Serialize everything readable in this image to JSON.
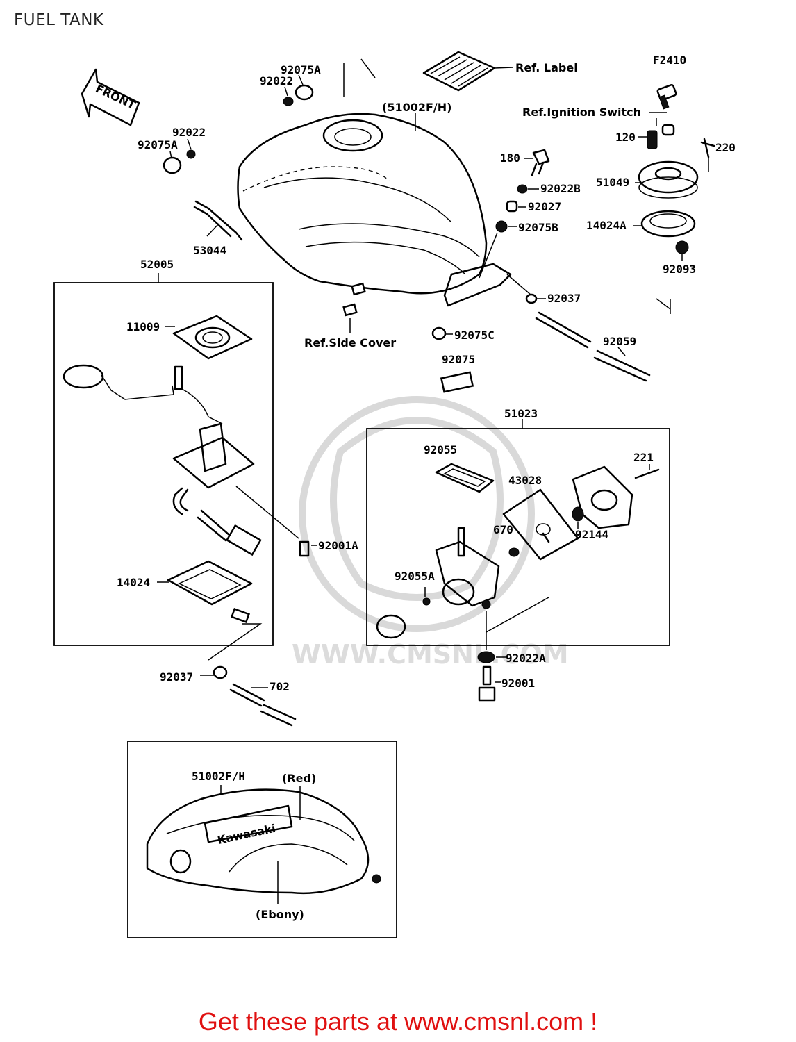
{
  "page_title": "FUEL TANK",
  "diagram_code": "F2410",
  "front_arrow_label": "FRONT",
  "watermark_text": "WWW.CMSNL.COM",
  "labels": {
    "ref_label": "Ref. Label",
    "tank_main": "(51002F/H)",
    "ref_ignition_switch": "Ref.Ignition Switch",
    "p120": "120",
    "p220": "220",
    "p180": "180",
    "p92022B": "92022B",
    "p92027": "92027",
    "p92075B": "92075B",
    "p51049": "51049",
    "p14024A": "14024A",
    "p92093": "92093",
    "p92037_top": "92037",
    "p92059": "92059",
    "p92075C": "92075C",
    "p92075": "92075",
    "ref_side_cover": "Ref.Side Cover",
    "p92075A_top": "92075A",
    "p92022_top": "92022",
    "p92022_left": "92022",
    "p92075A_left": "92075A",
    "p53044": "53044",
    "p52005": "52005",
    "p11009": "11009",
    "p92001A": "92001A",
    "p14024": "14024",
    "p92037_bottom": "92037",
    "p702": "702",
    "p51023": "51023",
    "p92055": "92055",
    "p43028": "43028",
    "p221": "221",
    "p670": "670",
    "p92144": "92144",
    "p92055A": "92055A",
    "p92022A": "92022A",
    "p92001": "92001",
    "inset_tank": "51002F/H",
    "inset_red": "(Red)",
    "inset_ebony": "(Ebony)",
    "inset_brand": "Kawasaki"
  },
  "footer_text": "Get these parts at www.cmsnl.com !",
  "colors": {
    "footer": "#e01010",
    "line": "#000000",
    "watermark": "#d9d9d9"
  }
}
